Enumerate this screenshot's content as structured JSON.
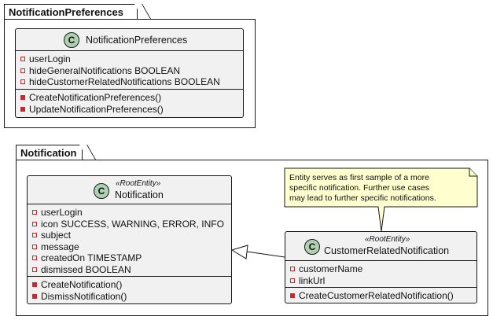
{
  "packages": [
    {
      "name": "NotificationPreferences"
    },
    {
      "name": "Notification"
    }
  ],
  "classes": {
    "notification_preferences": {
      "icon": "C",
      "name": "NotificationPreferences",
      "stereotype": "",
      "fields": [
        "userLogin",
        "hideGeneralNotifications BOOLEAN",
        "hideCustomerRelatedNotifications BOOLEAN"
      ],
      "methods": [
        "CreateNotificationPreferences()",
        "UpdateNotificationPreferences()"
      ]
    },
    "notification": {
      "icon": "C",
      "name": "Notification",
      "stereotype": "«RootEntity»",
      "fields": [
        "userLogin",
        "icon SUCCESS, WARNING, ERROR, INFO",
        "subject",
        "message",
        "createdOn TIMESTAMP",
        "dismissed BOOLEAN"
      ],
      "methods": [
        "CreateNotification()",
        "DismissNotification()"
      ]
    },
    "customer_related_notification": {
      "icon": "C",
      "name": "CustomerRelatedNotification",
      "stereotype": "«RootEntity»",
      "fields": [
        "customerName",
        "linkUrl"
      ],
      "methods": [
        "CreateCustomerRelatedNotification()"
      ]
    }
  },
  "note": {
    "lines": [
      "Entity serves as first sample of a more",
      "specific notification. Further use cases",
      "may lead to further specific notifications."
    ]
  },
  "colors": {
    "class_background": "#f1f1f1",
    "class_icon": "#add1b2",
    "note_background": "#fefece",
    "private_marker": "#c82930",
    "border": "#181818"
  }
}
